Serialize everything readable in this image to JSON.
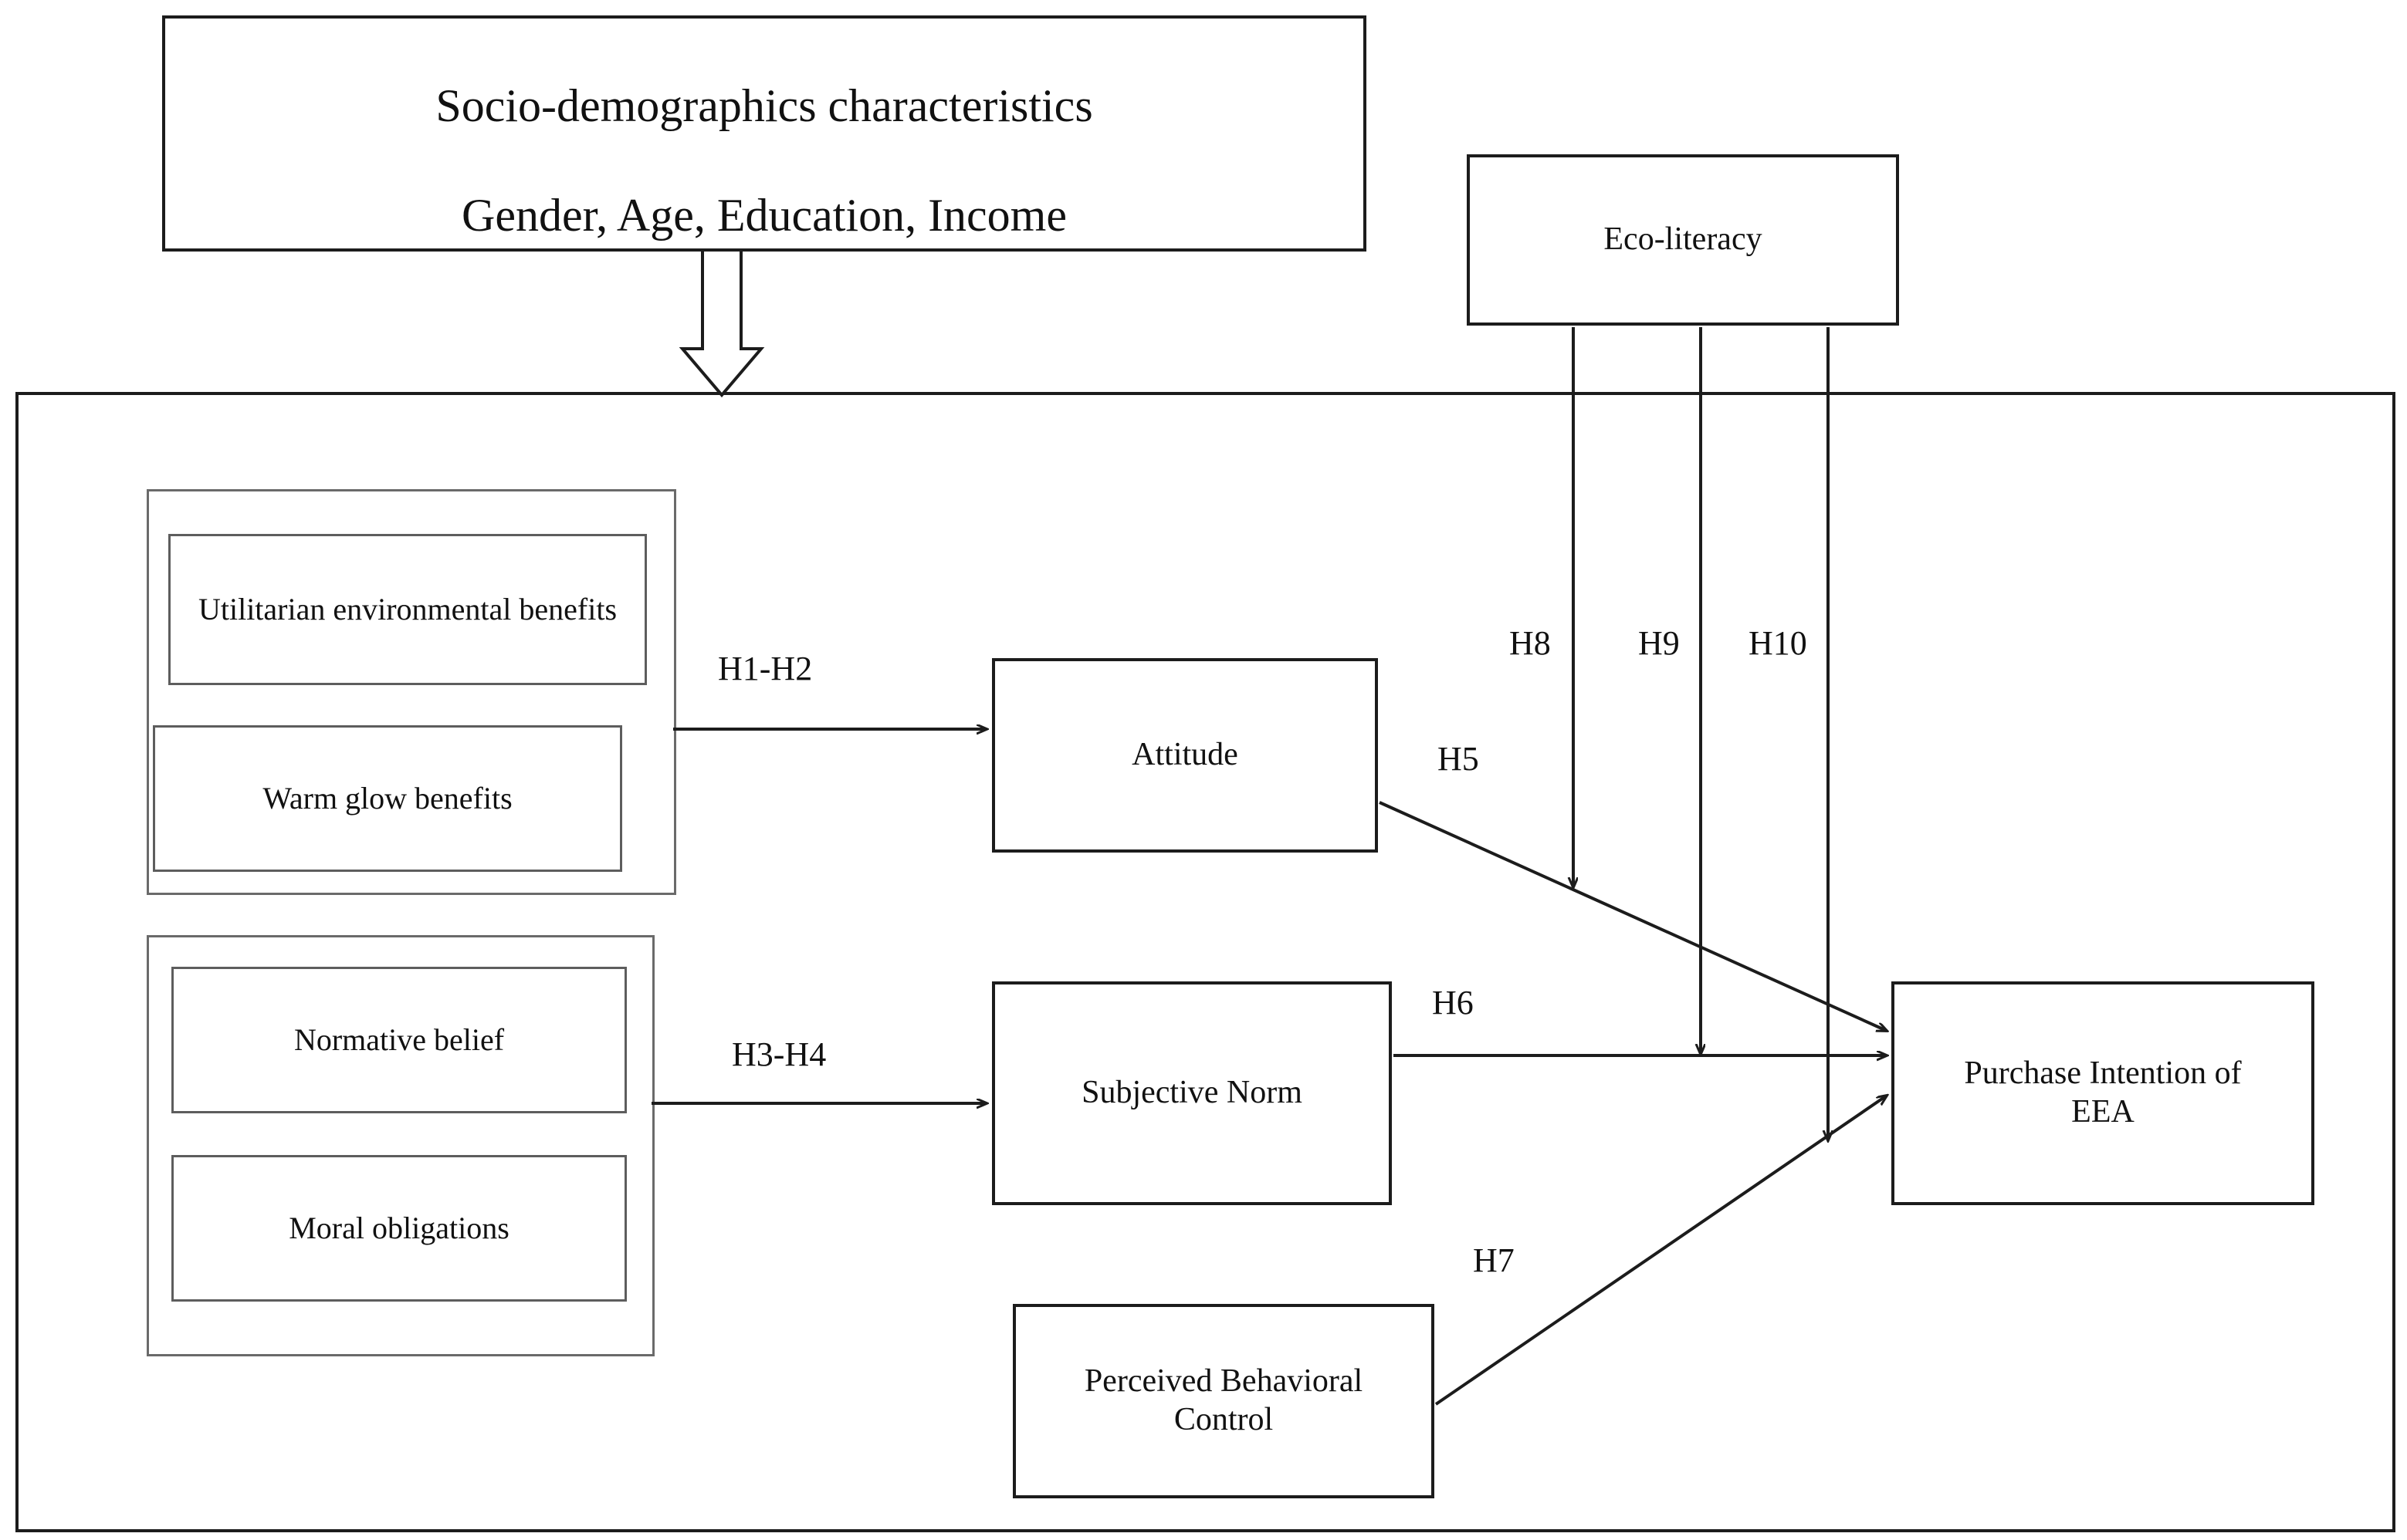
{
  "diagram": {
    "type": "conceptual-research-framework",
    "title_block": {
      "line1": "Socio-demographics characteristics",
      "line2": "Gender, Age, Education, Income"
    },
    "moderator": {
      "label": "Eco-literacy"
    },
    "antecedent_groups": [
      {
        "name": "attitudinal-beliefs-group",
        "items": [
          {
            "label": "Utilitarian environmental benefits"
          },
          {
            "label": "Warm glow benefits"
          }
        ]
      },
      {
        "name": "normative-beliefs-group",
        "items": [
          {
            "label": "Normative belief"
          },
          {
            "label": "Moral obligations"
          }
        ]
      }
    ],
    "mediators": [
      {
        "label": "Attitude"
      },
      {
        "label": "Subjective Norm"
      },
      {
        "label": "Perceived Behavioral\nControl"
      }
    ],
    "outcome": {
      "label": "Purchase Intention of\nEEA"
    },
    "hypotheses": [
      {
        "id": "H1-H2",
        "label": "H1-H2",
        "from": "attitudinal-beliefs-group",
        "to": "Attitude"
      },
      {
        "id": "H3-H4",
        "label": "H3-H4",
        "from": "normative-beliefs-group",
        "to": "Subjective Norm"
      },
      {
        "id": "H5",
        "label": "H5",
        "from": "Attitude",
        "to": "Purchase Intention of EEA"
      },
      {
        "id": "H6",
        "label": "H6",
        "from": "Subjective Norm",
        "to": "Purchase Intention of EEA"
      },
      {
        "id": "H7",
        "label": "H7",
        "from": "Perceived Behavioral Control",
        "to": "Purchase Intention of EEA"
      },
      {
        "id": "H8",
        "label": "H8",
        "from": "Eco-literacy",
        "to": "H5 path"
      },
      {
        "id": "H9",
        "label": "H9",
        "from": "Eco-literacy",
        "to": "H6 path"
      },
      {
        "id": "H10",
        "label": "H10",
        "from": "Eco-literacy",
        "to": "H7 path"
      }
    ],
    "colors": {
      "stroke_heavy": "#1c1c1c",
      "stroke_thin": "#5d5d5d",
      "background": "#ffffff",
      "text": "#111111"
    }
  }
}
